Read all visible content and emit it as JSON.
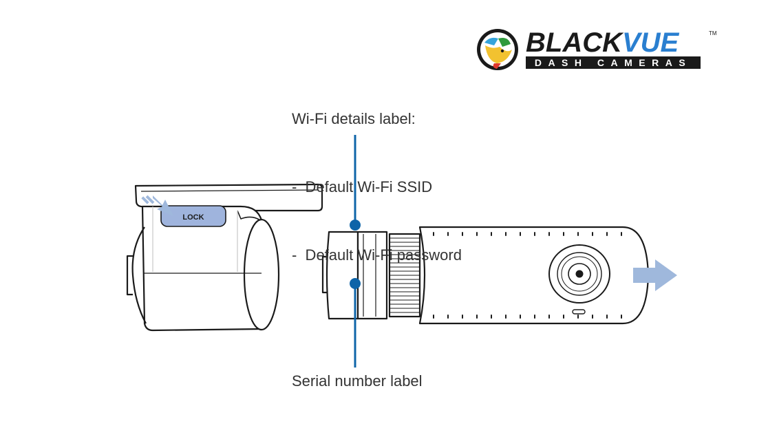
{
  "diagram": {
    "wifi_label_title": "Wi-Fi details label:",
    "wifi_label_items": [
      "-  Default Wi-Fi SSID",
      "-  Default Wi-Fi password"
    ],
    "serial_label": "Serial number label",
    "lock_button_text": "LOCK"
  },
  "logo": {
    "brand_black": "BLACK",
    "brand_blue": "VUE",
    "tagline": "DASH CAMERAS",
    "trademark": "TM"
  },
  "colors": {
    "callout_line": "#0e64a8",
    "arrow_fill": "#9fb8dc",
    "lock_fill": "#9fb4dd",
    "outline": "#1a1a1a",
    "brand_blue": "#2a7fd0"
  },
  "icons": [
    "release-arrow-icon",
    "removal-arrow-icon",
    "blackvue-bird-icon"
  ]
}
